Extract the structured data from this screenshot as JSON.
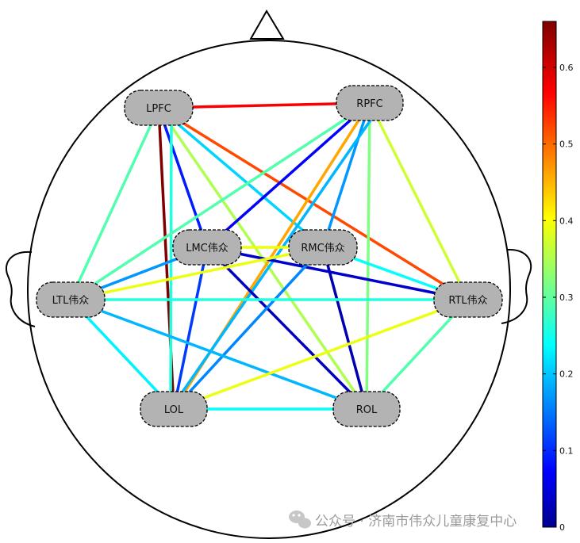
{
  "nodes": [
    {
      "id": "LPFC",
      "label": "LPFC"
    },
    {
      "id": "RPFC",
      "label": "RPFC"
    },
    {
      "id": "LMC",
      "label": "LMC伟众"
    },
    {
      "id": "RMC",
      "label": "RMC伟众"
    },
    {
      "id": "LTL",
      "label": "LTL伟众"
    },
    {
      "id": "RTL",
      "label": "RTL伟众"
    },
    {
      "id": "LOL",
      "label": "LOL"
    },
    {
      "id": "ROL",
      "label": "ROL"
    }
  ],
  "edges": [
    {
      "from": "LPFC",
      "to": "RPFC",
      "value": 0.58
    },
    {
      "from": "LPFC",
      "to": "LOL",
      "value": 0.66
    },
    {
      "from": "LPFC",
      "to": "LMC",
      "value": 0.1
    },
    {
      "from": "LPFC",
      "to": "RMC",
      "value": 0.22
    },
    {
      "from": "LPFC",
      "to": "LTL",
      "value": 0.3
    },
    {
      "from": "LPFC",
      "to": "RTL",
      "value": 0.53
    },
    {
      "from": "LPFC",
      "to": "ROL",
      "value": 0.36
    },
    {
      "from": "LPFC",
      "to": "LOL",
      "value": 0.27,
      "note": "second"
    },
    {
      "from": "RPFC",
      "to": "LMC",
      "value": 0.08
    },
    {
      "from": "RPFC",
      "to": "RMC",
      "value": 0.18
    },
    {
      "from": "RPFC",
      "to": "LTL",
      "value": 0.3
    },
    {
      "from": "RPFC",
      "to": "RTL",
      "value": 0.38
    },
    {
      "from": "RPFC",
      "to": "LOL",
      "value": 0.47
    },
    {
      "from": "RPFC",
      "to": "ROL",
      "value": 0.33
    },
    {
      "from": "RPFC",
      "to": "LOL",
      "value": 0.2,
      "note": "second"
    },
    {
      "from": "LMC",
      "to": "RMC",
      "value": 0.4
    },
    {
      "from": "LMC",
      "to": "LTL",
      "value": 0.18
    },
    {
      "from": "LMC",
      "to": "RTL",
      "value": 0.05
    },
    {
      "from": "LMC",
      "to": "LOL",
      "value": 0.12
    },
    {
      "from": "LMC",
      "to": "ROL",
      "value": 0.04
    },
    {
      "from": "RMC",
      "to": "LTL",
      "value": 0.4
    },
    {
      "from": "RMC",
      "to": "RTL",
      "value": 0.25
    },
    {
      "from": "RMC",
      "to": "LOL",
      "value": 0.17
    },
    {
      "from": "RMC",
      "to": "ROL",
      "value": 0.03
    },
    {
      "from": "LTL",
      "to": "RTL",
      "value": 0.27
    },
    {
      "from": "LTL",
      "to": "LOL",
      "value": 0.24
    },
    {
      "from": "LTL",
      "to": "ROL",
      "value": 0.2
    },
    {
      "from": "RTL",
      "to": "LOL",
      "value": 0.4
    },
    {
      "from": "RTL",
      "to": "ROL",
      "value": 0.3
    },
    {
      "from": "LOL",
      "to": "ROL",
      "value": 0.25
    }
  ],
  "colorbar": {
    "min": 0,
    "max": 0.66,
    "ticks": [
      {
        "value": 0,
        "label": "0"
      },
      {
        "value": 0.1,
        "label": "0.1"
      },
      {
        "value": 0.2,
        "label": "0.2"
      },
      {
        "value": 0.3,
        "label": "0.3"
      },
      {
        "value": 0.4,
        "label": "0.4"
      },
      {
        "value": 0.5,
        "label": "0.5"
      },
      {
        "value": 0.6,
        "label": "0.6"
      }
    ],
    "colormap": "jet"
  },
  "watermark": {
    "text": "公众号 · 济南市伟众儿童康复中心",
    "icon": "wechat-icon"
  },
  "colors": {
    "node_fill": "#b3b3b3",
    "outline": "#000000"
  }
}
